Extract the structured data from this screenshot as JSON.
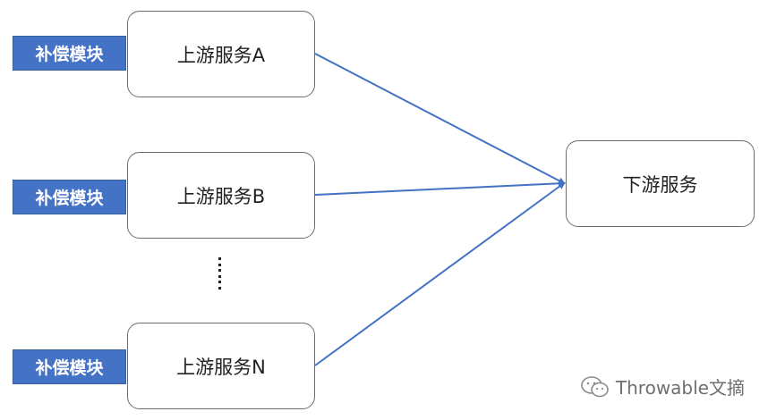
{
  "upstream": [
    {
      "label": "上游服务A",
      "tag": "补偿模块"
    },
    {
      "label": "上游服务B",
      "tag": "补偿模块"
    },
    {
      "label": "上游服务N",
      "tag": "补偿模块"
    }
  ],
  "downstream": {
    "label": "下游服务"
  },
  "watermark": {
    "text": "Throwable文摘",
    "icon": "wechat-icon"
  },
  "colors": {
    "tag_fill": "#4472c4",
    "arrow": "#4472c4",
    "box_border": "#6d6d6d"
  }
}
